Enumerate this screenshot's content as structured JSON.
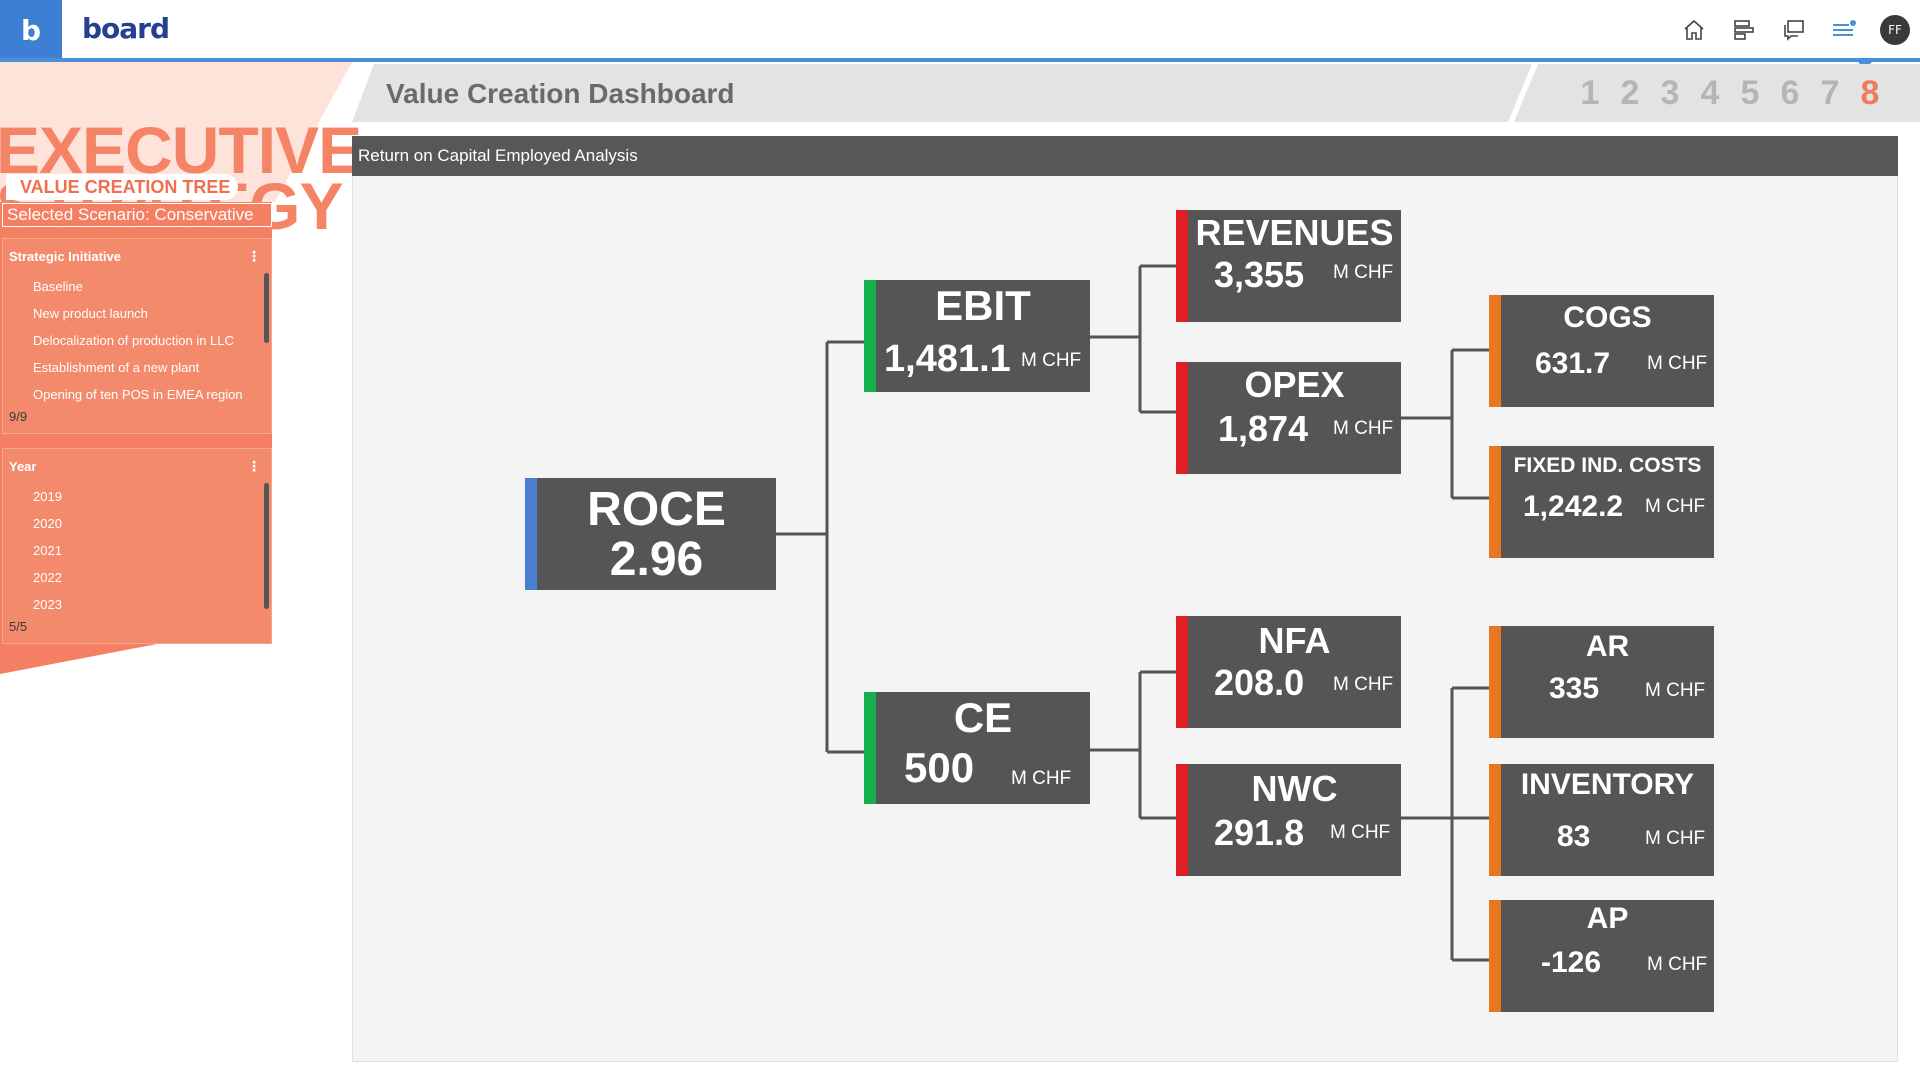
{
  "app": {
    "logo_letter": "b",
    "brand": "board",
    "user_initials": "FF"
  },
  "topbar_icons": [
    "home-icon",
    "sitemap-icon",
    "chat-icon",
    "menu-icon"
  ],
  "header": {
    "title": "Value Creation Dashboard",
    "pages": [
      "1",
      "2",
      "3",
      "4",
      "5",
      "6",
      "7",
      "8"
    ],
    "active_page": "8"
  },
  "left": {
    "banner_line1": "EXECUTIVE",
    "banner_line2": "STRATEGY",
    "section": "VALUE CREATION TREE",
    "scenario": "Selected Scenario: Conservative",
    "initiative": {
      "title": "Strategic Initiative",
      "items": [
        "Baseline",
        "New product launch",
        "Delocalization of production in LLC",
        "Establishment of a new plant",
        "Opening of ten POS in EMEA region"
      ],
      "count": "9/9"
    },
    "year": {
      "title": "Year",
      "items": [
        "2019",
        "2020",
        "2021",
        "2022",
        "2023"
      ],
      "count": "5/5"
    }
  },
  "panel": {
    "title": "Return on Capital Employed Analysis"
  },
  "tree": {
    "roce": {
      "name": "ROCE",
      "value": "2.96"
    },
    "ebit": {
      "name": "EBIT",
      "value": "1,481.1",
      "unit": "M CHF"
    },
    "ce": {
      "name": "CE",
      "value": "500",
      "unit": "M CHF"
    },
    "revenues": {
      "name": "REVENUES",
      "value": "3,355",
      "unit": "M CHF"
    },
    "opex": {
      "name": "OPEX",
      "value": "1,874",
      "unit": "M CHF"
    },
    "nfa": {
      "name": "NFA",
      "value": "208.0",
      "unit": "M CHF"
    },
    "nwc": {
      "name": "NWC",
      "value": "291.8",
      "unit": "M CHF"
    },
    "cogs": {
      "name": "COGS",
      "value": "631.7",
      "unit": "M CHF"
    },
    "fixed": {
      "name": "FIXED IND. COSTS",
      "value": "1,242.2",
      "unit": "M CHF"
    },
    "ar": {
      "name": "AR",
      "value": "335",
      "unit": "M CHF"
    },
    "inventory": {
      "name": "INVENTORY",
      "value": "83",
      "unit": "M CHF"
    },
    "ap": {
      "name": "AP",
      "value": "-126",
      "unit": "M CHF"
    }
  },
  "colors": {
    "accent_blue": "#4a7fd0",
    "green": "#14b04c",
    "red": "#e01e26",
    "orange": "#e87722",
    "box": "#555555",
    "salmon": "#f47f62"
  }
}
